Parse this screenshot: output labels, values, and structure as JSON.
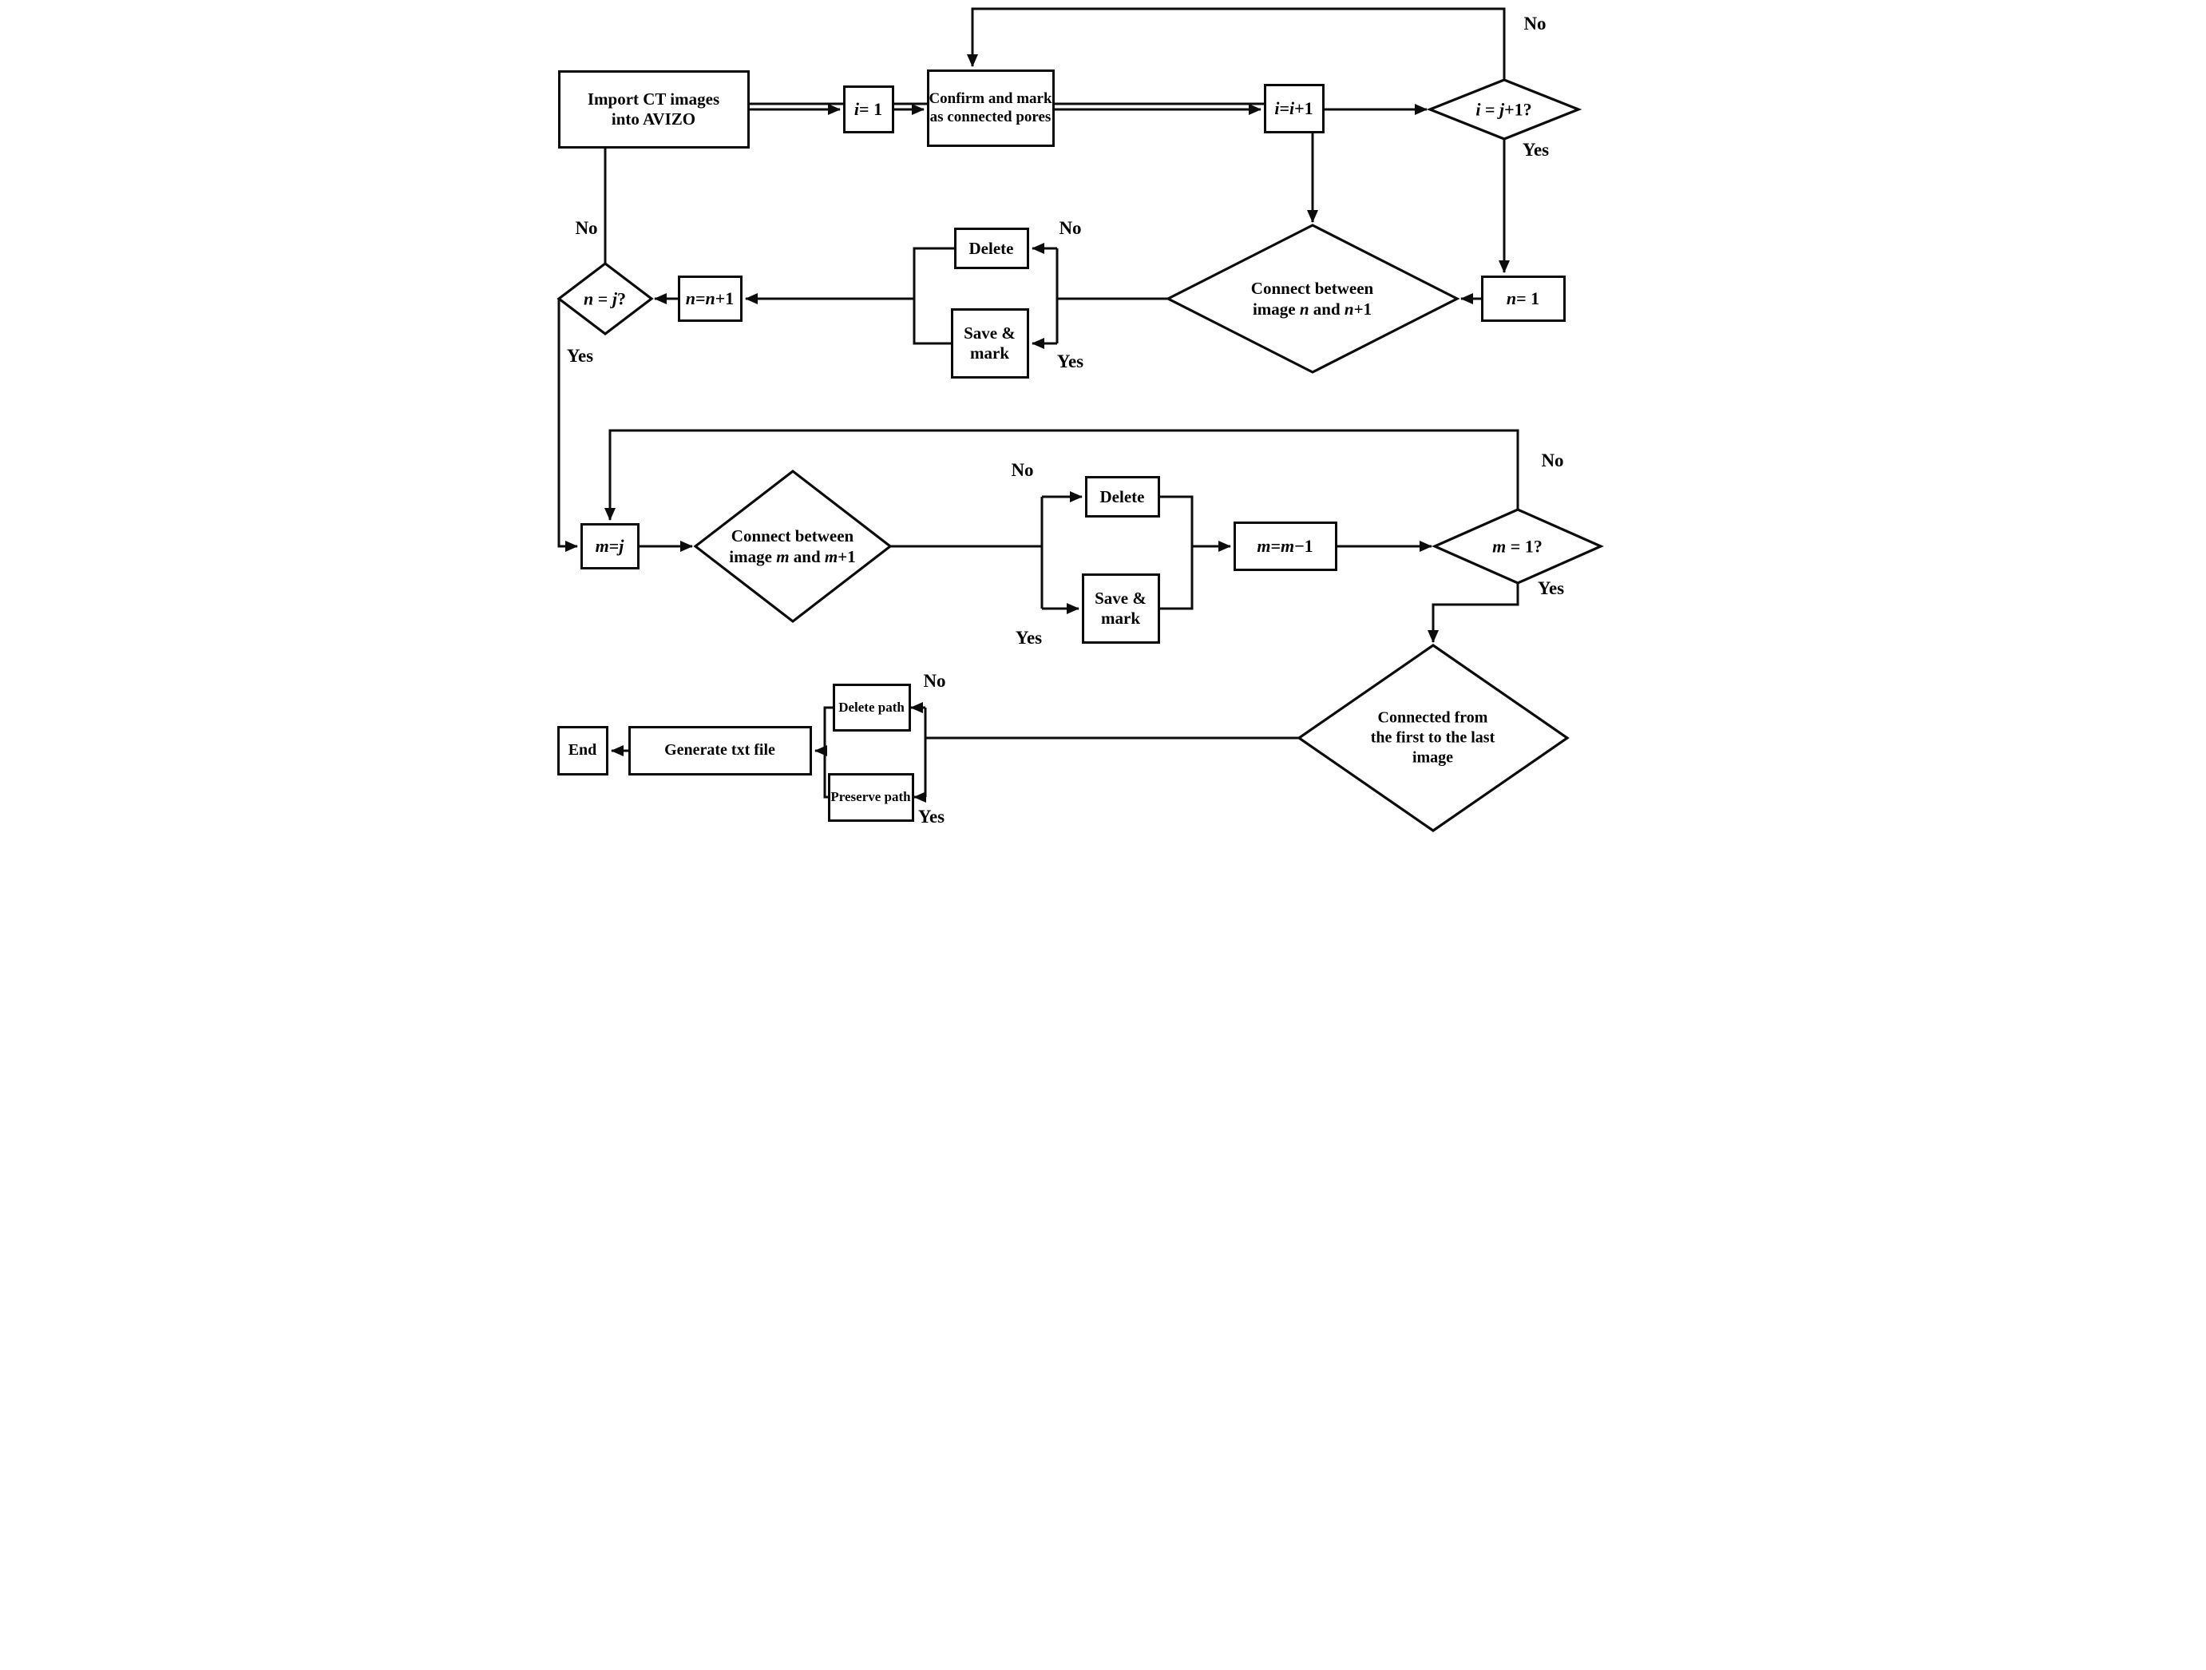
{
  "flowchart": {
    "row1": {
      "import_box": "Import CT images<br>into AVIZO",
      "i_init_box": "<i>i</i> = 1",
      "confirm_box": "Confirm and mark<br>as connected pores",
      "i_increment_box": "<i>i</i> = <i>i</i>+1",
      "i_check_diamond": "<i>i</i> = <i>j</i>+1?",
      "no_label": "No",
      "yes_label": "Yes"
    },
    "row2": {
      "n_init_box": "<i>n</i> = 1",
      "connect_diamond": "Connect between<br>image <i>n</i> and <i>n</i>+1",
      "delete_box": "Delete",
      "save_mark_box": "Save &amp;<br>mark",
      "n_increment_box": "<i>n</i> = <i>n</i>+1",
      "n_check_diamond": "<i>n</i> = <i>j</i>?",
      "no_delete_label": "No",
      "yes_save_label": "Yes",
      "no_loop_label": "No",
      "yes_exit_label": "Yes"
    },
    "row3": {
      "m_init_box": "<i>m</i> = <i>j</i>",
      "connect_diamond": "Connect between<br>image <i>m</i> and <i>m</i>+1",
      "delete_box": "Delete",
      "save_mark_box": "Save &amp;<br>mark",
      "m_decrement_box": "<i>m</i> = <i>m</i>−1",
      "m_check_diamond": "<i>m</i> = 1?",
      "no_delete_label": "No",
      "yes_save_label": "Yes",
      "no_loop_label": "No",
      "yes_exit_label": "Yes"
    },
    "row4": {
      "connected_check_diamond": "Connected from<br>the first to the last<br>image",
      "delete_path_box": "Delete path",
      "preserve_path_box": "Preserve path",
      "generate_box": "Generate txt file",
      "end_box": "End",
      "no_label": "No",
      "yes_label": "Yes"
    }
  }
}
